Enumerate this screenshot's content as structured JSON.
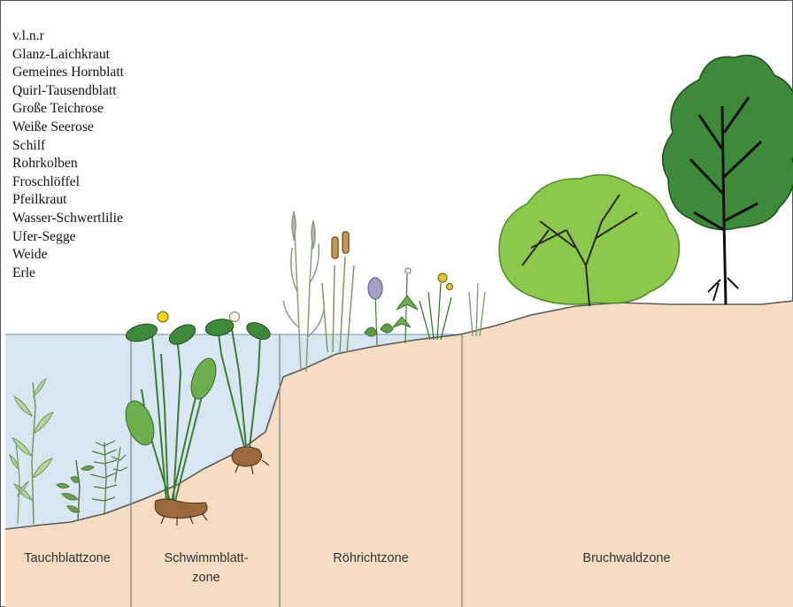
{
  "legend": {
    "heading": "v.l.n.r",
    "items": [
      "Glanz-Laichkraut",
      "Gemeines Hornblatt",
      "Quirl-Tausendblatt",
      "Große Teichrose",
      "Weiße Seerose",
      "Schilf",
      "Rohrkolben",
      "Froschlöffel",
      "Pfeilkraut",
      "Wasser-Schwertlilie",
      "Ufer-Segge",
      "Weide",
      "Erle"
    ]
  },
  "zones": {
    "tauchblatt": "Tauchblattzone",
    "schwimmblatt_line1": "Schwimmblatt-",
    "schwimmblatt_line2": "zone",
    "roehricht": "Röhrichtzone",
    "bruchwald": "Bruchwaldzone"
  },
  "colors": {
    "water": "#d7e6f1",
    "soil": "#f5dcc3",
    "foliage": "#8cc84b",
    "dark_foliage": "#3f8a3a",
    "trunk": "#1a1a1a"
  }
}
